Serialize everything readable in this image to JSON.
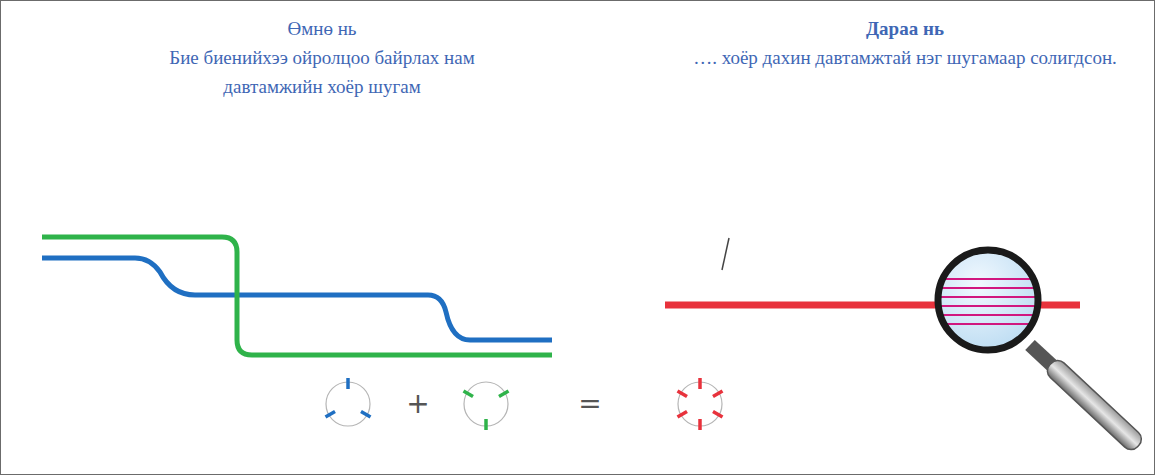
{
  "diagram": {
    "labels": [
      "Өмнө нь",
      "Бие биенийхээ ойролцоо байрлах нам давтамжийн хоёр шугам",
      "Дараа нь",
      "…. хоёр дахин давтамжтай нэг шугамаар солигдсон.",
      "+",
      "="
    ]
  }
}
